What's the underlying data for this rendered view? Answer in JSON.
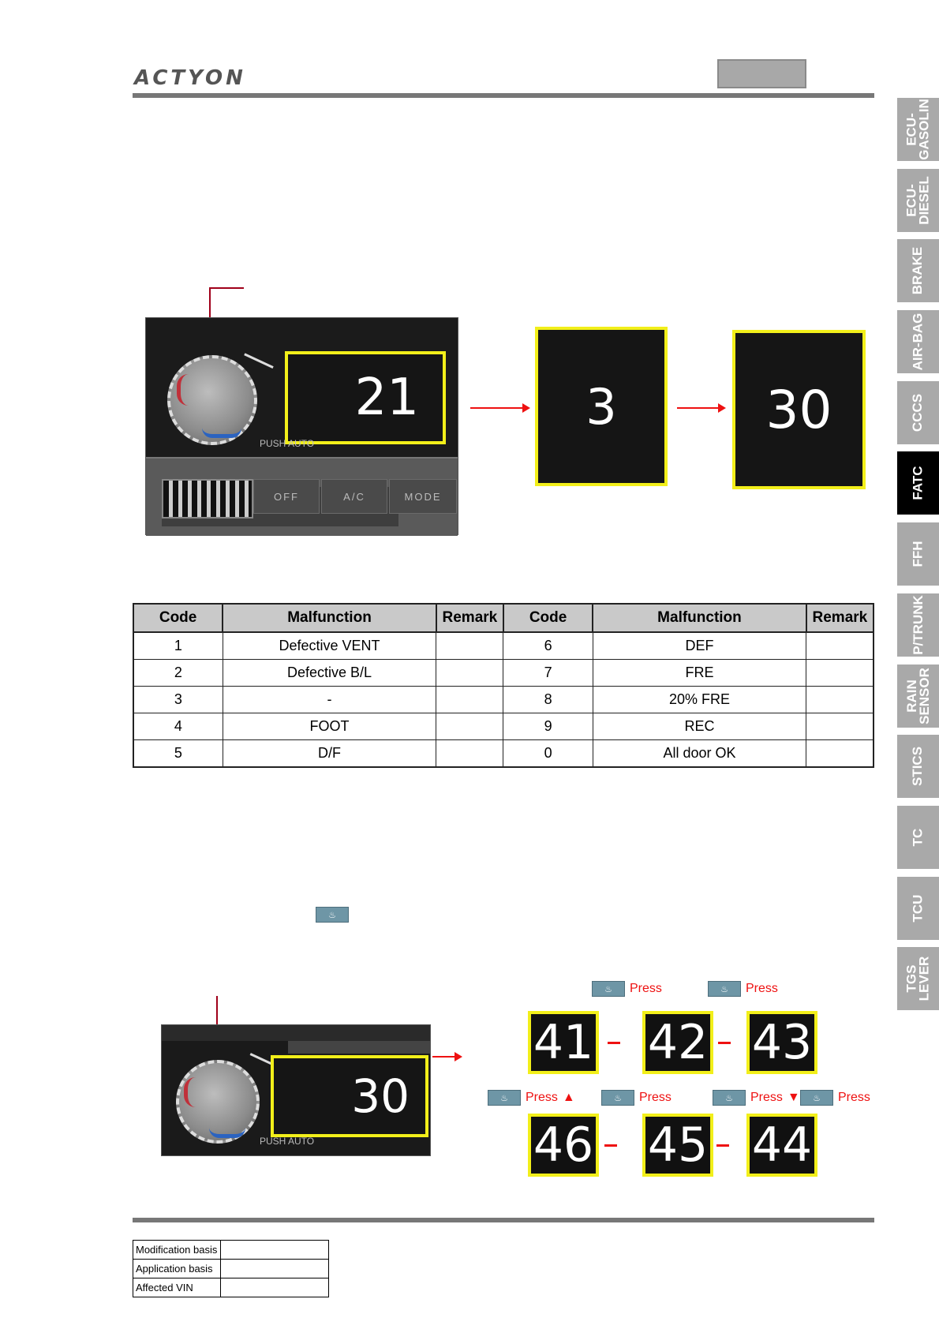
{
  "header": {
    "logo": "ACTYON"
  },
  "side_tabs": [
    {
      "label": "ECU-\nGASOLIN",
      "active": false
    },
    {
      "label": "ECU-\nDIESEL",
      "active": false
    },
    {
      "label": "BRAKE",
      "active": false
    },
    {
      "label": "AIR-BAG",
      "active": false
    },
    {
      "label": "CCCS",
      "active": false
    },
    {
      "label": "FATC",
      "active": true
    },
    {
      "label": "FFH",
      "active": false
    },
    {
      "label": "P/TRUNK",
      "active": false
    },
    {
      "label": "RAIN\nSENSOR",
      "active": false
    },
    {
      "label": "STICS",
      "active": false
    },
    {
      "label": "TC",
      "active": false
    },
    {
      "label": "TCU",
      "active": false
    },
    {
      "label": "TGS\nLEVER",
      "active": false
    }
  ],
  "figure1": {
    "display_value": "21",
    "push_label": "PUSH AUTO",
    "buttons": [
      "OFF",
      "A/C",
      "MODE"
    ],
    "code_step1": "3",
    "code_step2": "30"
  },
  "table": {
    "headers": [
      "Code",
      "Malfunction",
      "Remark",
      "Code",
      "Malfunction",
      "Remark"
    ],
    "rows": [
      {
        "c1": "1",
        "m1": "Defective VENT",
        "r1": "",
        "c2": "6",
        "m2": "DEF",
        "r2": ""
      },
      {
        "c1": "2",
        "m1": "Defective B/L",
        "r1": "",
        "c2": "7",
        "m2": "FRE",
        "r2": ""
      },
      {
        "c1": "3",
        "m1": "-",
        "r1": "",
        "c2": "8",
        "m2": "20% FRE",
        "r2": ""
      },
      {
        "c1": "4",
        "m1": "FOOT",
        "r1": "",
        "c2": "9",
        "m2": "REC",
        "r2": ""
      },
      {
        "c1": "5",
        "m1": "D/F",
        "r1": "",
        "c2": "0",
        "m2": "All door OK",
        "r2": ""
      }
    ]
  },
  "figure2": {
    "display_value": "30",
    "push_label": "PUSH AUTO",
    "press_label": "Press",
    "codes": [
      "41",
      "42",
      "43",
      "44",
      "45",
      "46"
    ]
  },
  "footer": {
    "basis_rows": [
      {
        "label": "Modification basis",
        "value": ""
      },
      {
        "label": "Application basis",
        "value": ""
      },
      {
        "label": "Affected VIN",
        "value": ""
      }
    ]
  },
  "colors": {
    "highlight": "#f2ef1a",
    "arrow": "#ee1111",
    "tab_inactive": "#a9a9a9",
    "tab_active": "#000000"
  }
}
